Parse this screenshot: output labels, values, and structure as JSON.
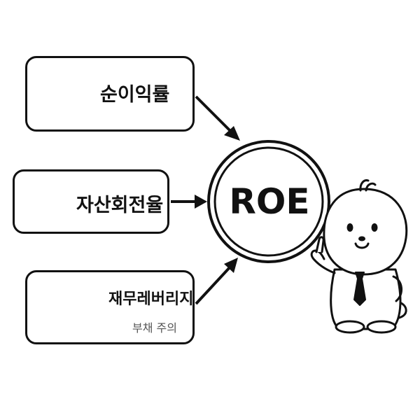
{
  "nodes": {
    "center": {
      "label": "ROE"
    },
    "net_profit_margin": {
      "label": "순이익률"
    },
    "asset_turnover": {
      "label": "자산회전율"
    },
    "financial_leverage": {
      "label": "재무레버리지",
      "warning": "부채 주의"
    }
  },
  "icons": {
    "net_profit_margin": "bar-chart-up-icon",
    "asset_turnover": "refresh-cycle-icon",
    "financial_leverage": "balance-scale-icon",
    "warning": "warning-triangle-icon",
    "mascot": "pointing-mascot"
  },
  "colors": {
    "stroke": "#111111",
    "warning_text": "#555555",
    "background": "#ffffff"
  }
}
